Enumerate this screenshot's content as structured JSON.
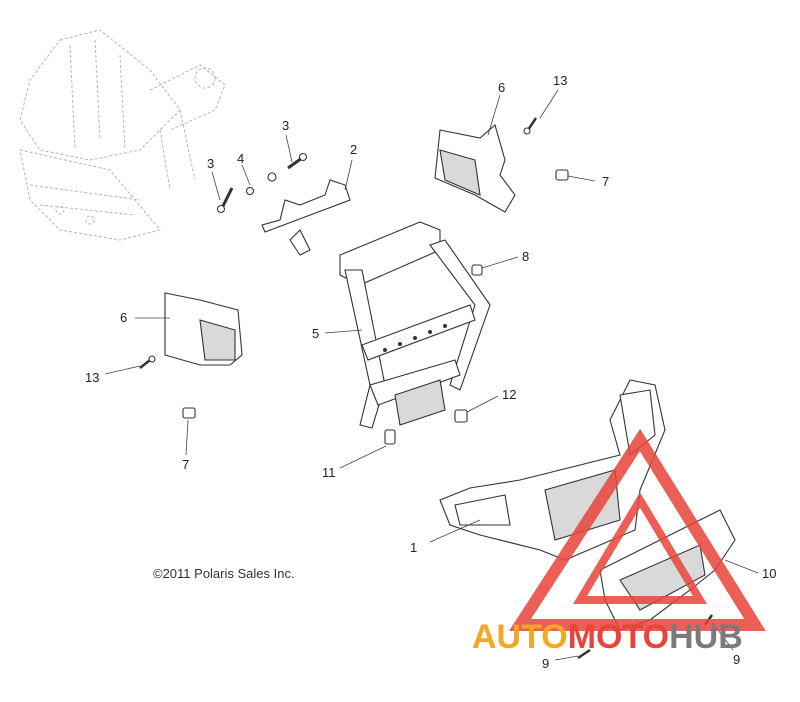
{
  "callouts": {
    "c1": "1",
    "c2": "2",
    "c3a": "3",
    "c3b": "3",
    "c4": "4",
    "c5": "5",
    "c6a": "6",
    "c6b": "6",
    "c7a": "7",
    "c7b": "7",
    "c8": "8",
    "c9a": "9",
    "c9b": "9",
    "c10": "10",
    "c11": "11",
    "c12": "12",
    "c13a": "13",
    "c13b": "13"
  },
  "copyright": "©2011 Polaris Sales Inc.",
  "watermark": {
    "part1": "AUTO",
    "part2": "MOTO",
    "part3": "HUB",
    "colors": {
      "orange": "#f5a623",
      "red": "#e8443a",
      "gray": "#7a7a7a"
    }
  }
}
